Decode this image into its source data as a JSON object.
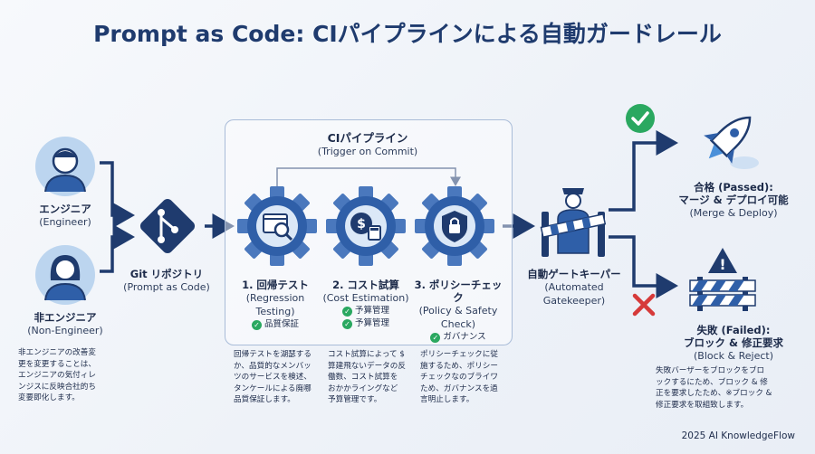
{
  "title": "Prompt as Code: CIパイプラインによる自動ガードレール",
  "actors": {
    "engineer": {
      "label": "エンジニア",
      "sub": "(Engineer)"
    },
    "non_engineer": {
      "label": "非エンジニア",
      "sub": "(Non-Engineer)"
    },
    "non_engineer_note": [
      "非エンジニアの改善変",
      "更を変更することは、",
      "エンジニアの気付ィレ",
      "ンジスに反映合社的ち",
      "変要即化します。"
    ]
  },
  "git": {
    "label": "Git リポジトリ",
    "sub": "(Prompt as Code)"
  },
  "ci": {
    "title": "CIパイプライン",
    "sub": "(Trigger on Commit)"
  },
  "steps": [
    {
      "label": "1. 回帰テスト",
      "sub1": "(Regression",
      "sub2": "Testing)",
      "checks": [
        "品質保証"
      ],
      "note": [
        "回帰テストを湖瑟する",
        "か、品質的なメンバッ",
        "ツのサービスを検述、",
        "タンケールによる廃哪",
        "品質保証します。"
      ]
    },
    {
      "label": "2. コスト試算",
      "sub1": "(Cost Estimation)",
      "sub2": "",
      "checks": [
        "予算管理",
        "予算管理"
      ],
      "note": [
        "コスト試算によって $",
        "算建飛ないデータの反",
        "働数、コスト試算を",
        "おかかライングなど",
        "予算管理です。"
      ]
    },
    {
      "label": "3. ポリシーチェック",
      "sub1": "(Policy & Safety",
      "sub2": "Check)",
      "checks": [
        "ガバナンス"
      ],
      "note": [
        "ポリシーチェックに従",
        "施するため、ポリシー",
        "チェックなのブライワ",
        "ため、ガバナンスを過",
        "言明止します。"
      ]
    }
  ],
  "gatekeeper": {
    "label": "自動ゲートキーパー",
    "sub1": "(Automated",
    "sub2": "Gatekeeper)"
  },
  "passed": {
    "title": "合格 (Passed):",
    "label": "マージ & デプロイ可能",
    "sub": "(Merge & Deploy)"
  },
  "failed": {
    "title": "失敗 (Failed):",
    "label": "ブロック & 修正要求",
    "sub": "(Block & Reject)",
    "note": [
      "失敗バーザーをブロックをブロ",
      "ックするにため、ブロック & 修",
      "正を要求したため、※ブロック &",
      "修正要求を取組致します。"
    ]
  },
  "footer": "2025 AI KnowledgeFlow",
  "colors": {
    "title": "#1f3b6e",
    "gear": "#2f5fa8",
    "arrow": "#1f3b6e",
    "success": "#2aa860",
    "reject": "#d63a3a"
  }
}
